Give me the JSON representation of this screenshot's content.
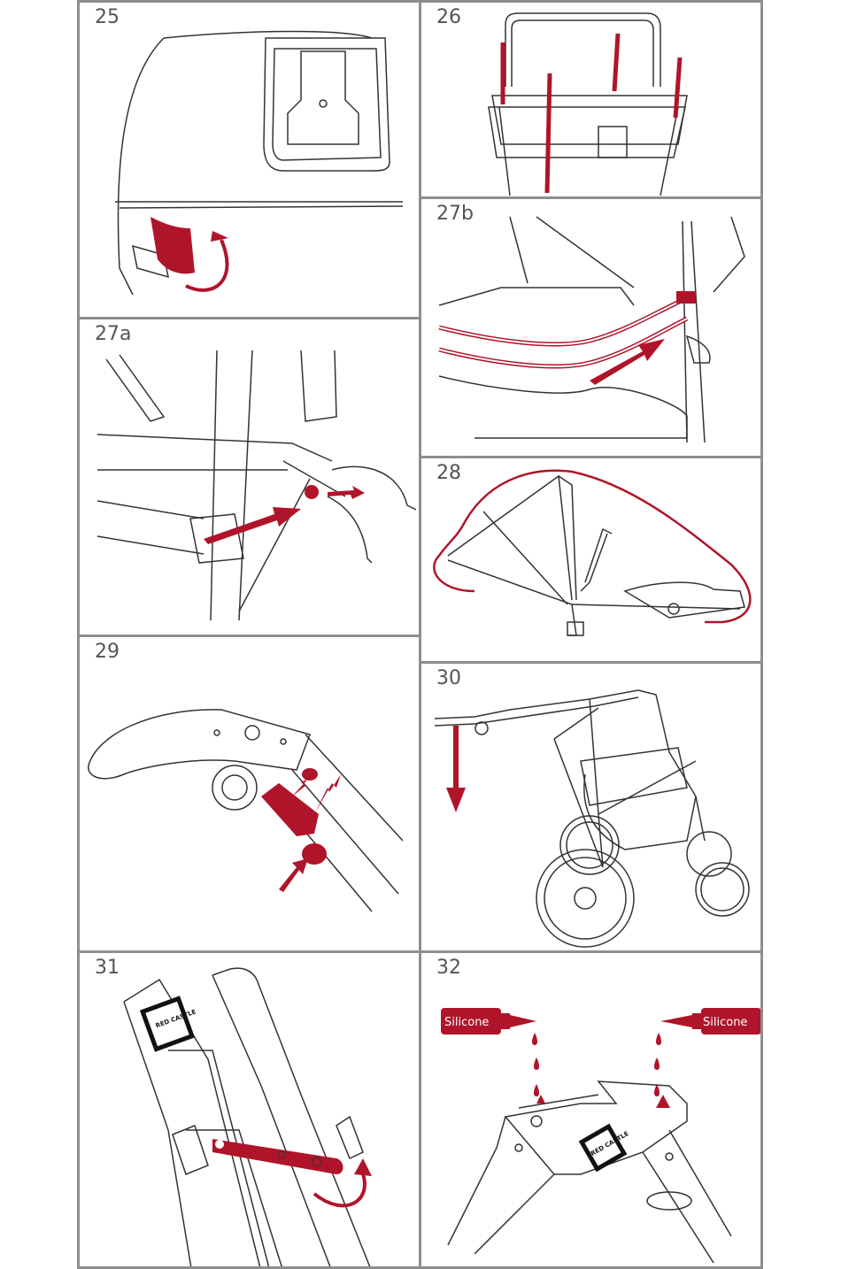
{
  "steps": [
    {
      "number": "25"
    },
    {
      "number": "26"
    },
    {
      "number": "27a"
    },
    {
      "number": "27b"
    },
    {
      "number": "28"
    },
    {
      "number": "29"
    },
    {
      "number": "30"
    },
    {
      "number": "31"
    },
    {
      "number": "32"
    }
  ],
  "labels": {
    "silicone_left": "Silicone",
    "silicone_right": "Silicone",
    "brand_31": "RED CASTLE",
    "brand_32": "RED CASTLE"
  },
  "colors": {
    "accent": "#b0142a",
    "line": "#3a3a3a",
    "border": "#8e8e8e"
  }
}
